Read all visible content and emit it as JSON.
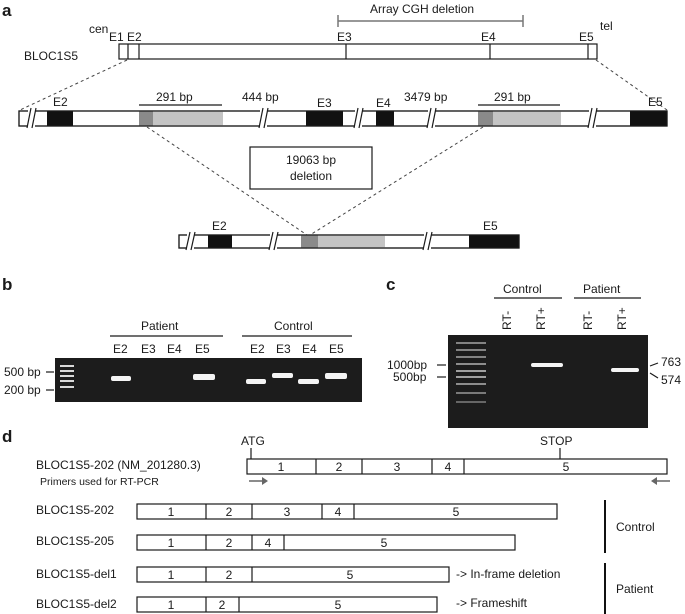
{
  "panels": {
    "a": "a",
    "b": "b",
    "c": "c",
    "d": "d"
  },
  "panel_a": {
    "cen": "cen",
    "tel": "tel",
    "gene": "BLOC1S5",
    "cgh_label": "Array CGH deletion",
    "exons_top": [
      "E1",
      "E2",
      "E3",
      "E4",
      "E5"
    ],
    "zoom_exons": [
      "E2",
      "E3",
      "E4",
      "E5"
    ],
    "repeat1": "291 bp",
    "repeat2": "291 bp",
    "gap1": "444 bp",
    "gap2": "3479 bp",
    "deletion_size": "19063 bp",
    "deletion_word": "deletion",
    "result_exons": [
      "E2",
      "E5"
    ]
  },
  "panel_b": {
    "group_patient": "Patient",
    "group_control": "Control",
    "lanes": [
      "E2",
      "E3",
      "E4",
      "E5",
      "E2",
      "E3",
      "E4",
      "E5"
    ],
    "size_500": "500 bp",
    "size_200": "200 bp"
  },
  "panel_c": {
    "group_control": "Control",
    "group_patient": "Patient",
    "lanes": [
      "RT-",
      "RT+",
      "RT-",
      "RT+"
    ],
    "size_1000": "1000bp",
    "size_500": "500bp",
    "band_763": "763",
    "band_574": "574"
  },
  "panel_d": {
    "ref_label": "BLOC1S5-202 (NM_201280.3)",
    "atg": "ATG",
    "stop": "STOP",
    "primers": "Primers used for RT-PCR",
    "ref_exons": [
      "1",
      "2",
      "3",
      "4",
      "5"
    ],
    "t202": {
      "name": "BLOC1S5-202",
      "exons": [
        "1",
        "2",
        "3",
        "4",
        "5"
      ]
    },
    "t205": {
      "name": "BLOC1S5-205",
      "exons": [
        "1",
        "2",
        "4",
        "5"
      ]
    },
    "del1": {
      "name": "BLOC1S5-del1",
      "exons": [
        "1",
        "2",
        "5"
      ],
      "note": "-> In-frame deletion"
    },
    "del2": {
      "name": "BLOC1S5-del2",
      "exons": [
        "1",
        "2",
        "5"
      ],
      "note": "-> Frameshift"
    },
    "group_control": "Control",
    "group_patient": "Patient"
  }
}
